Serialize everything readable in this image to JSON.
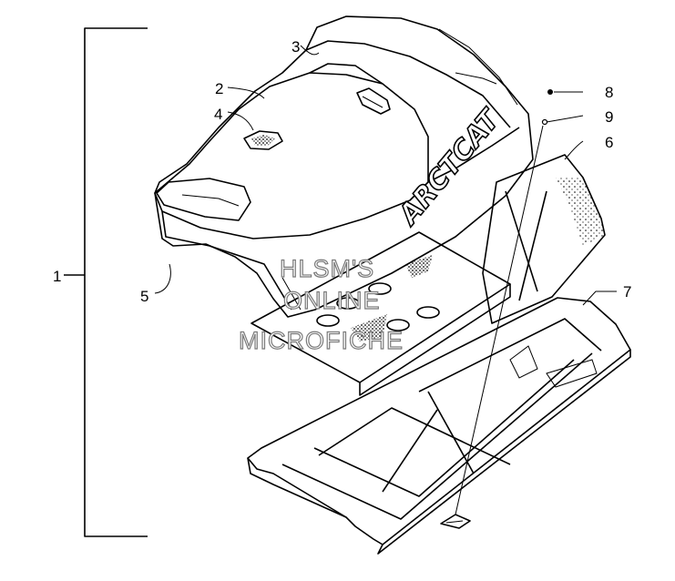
{
  "callouts": {
    "c1": "1",
    "c2": "2",
    "c3": "3",
    "c4": "4",
    "c5": "5",
    "c6": "6",
    "c7": "7",
    "c8": "8",
    "c9": "9"
  },
  "brand_decal": "ARCTCAT",
  "watermark": {
    "line1": "HLSM'S",
    "line2": "ONLINE",
    "line3": "MICROFICHE"
  }
}
